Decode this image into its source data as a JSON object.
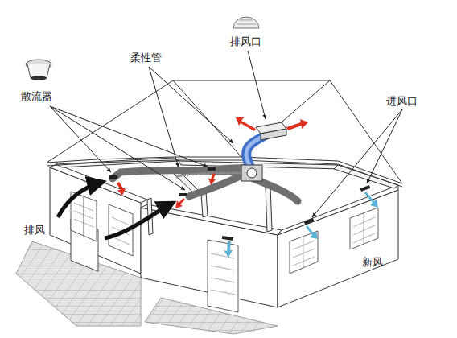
{
  "diagram": {
    "labels": [
      "散流器",
      "柔性管",
      "排风口",
      "进风口",
      "排风",
      "新风"
    ]
  }
}
